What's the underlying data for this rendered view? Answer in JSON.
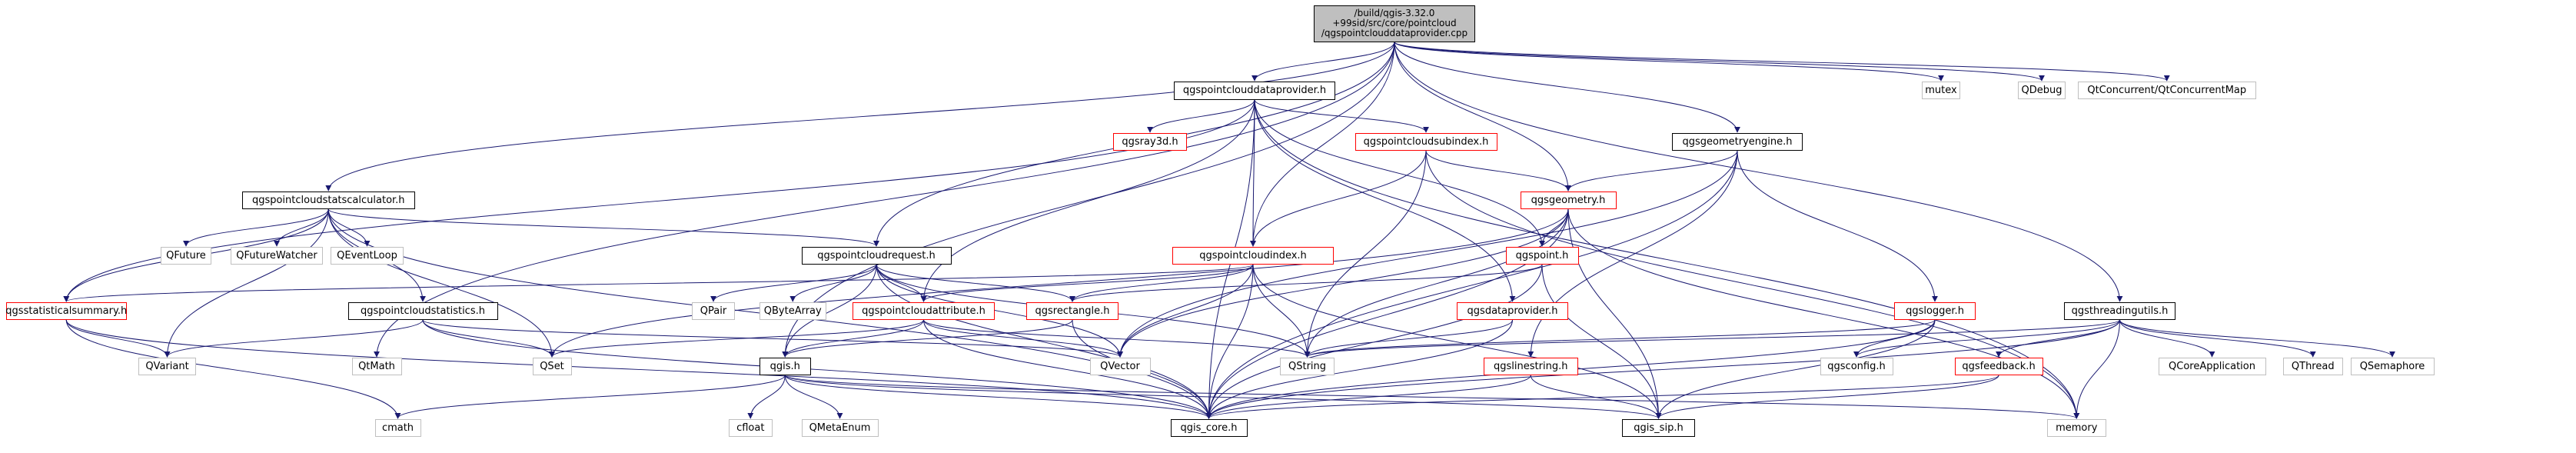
{
  "colors": {
    "edge": "#191970",
    "main_fill": "#bfbfbf",
    "missing_doc_border": "#ff0000",
    "system_border": "#bfbfbf"
  },
  "nodes": {
    "main": "/build/qgis-3.32.0\n+99sid/src/core/pointcloud\n/qgspointclouddataprovider.cpp",
    "dataprovider_h": "qgspointclouddataprovider.h",
    "mutex": "mutex",
    "qdebug": "QDebug",
    "qtconcurrent": "QtConcurrent/QtConcurrentMap",
    "statscalc_h": "qgspointcloudstatscalculator.h",
    "qgsray3d": "qgsray3d.h",
    "subindex_h": "qgspointcloudsubindex.h",
    "geomengine_h": "qgsgeometryengine.h",
    "geometry_h": "qgsgeometry.h",
    "qfuture": "QFuture",
    "qfuturewatcher": "QFutureWatcher",
    "qeventloop": "QEventLoop",
    "request_h": "qgspointcloudrequest.h",
    "index_h": "qgspointcloudindex.h",
    "point_h": "qgspoint.h",
    "threading_h": "qgsthreadingutils.h",
    "statsummary_h": "qgsstatisticalsummary.h",
    "statistics_h": "qgspointcloudstatistics.h",
    "qpair": "QPair",
    "qbytearray": "QByteArray",
    "attribute_h": "qgspointcloudattribute.h",
    "rectangle_h": "qgsrectangle.h",
    "qgsdataprovider_h": "qgsdataprovider.h",
    "logger_h": "qgslogger.h",
    "qvariant": "QVariant",
    "qtmath": "QtMath",
    "qset": "QSet",
    "qgis_h": "qgis.h",
    "qvector": "QVector",
    "qstring": "QString",
    "linestring_h": "qgslinestring.h",
    "qgsconfig_h": "qgsconfig.h",
    "feedback_h": "qgsfeedback.h",
    "qcoreapp": "QCoreApplication",
    "qthread": "QThread",
    "qsemaphore": "QSemaphore",
    "cmath": "cmath",
    "cfloat": "cfloat",
    "qmetaenum": "QMetaEnum",
    "qgis_core_h": "qgis_core.h",
    "qgis_sip_h": "qgis_sip.h",
    "memory": "memory"
  }
}
